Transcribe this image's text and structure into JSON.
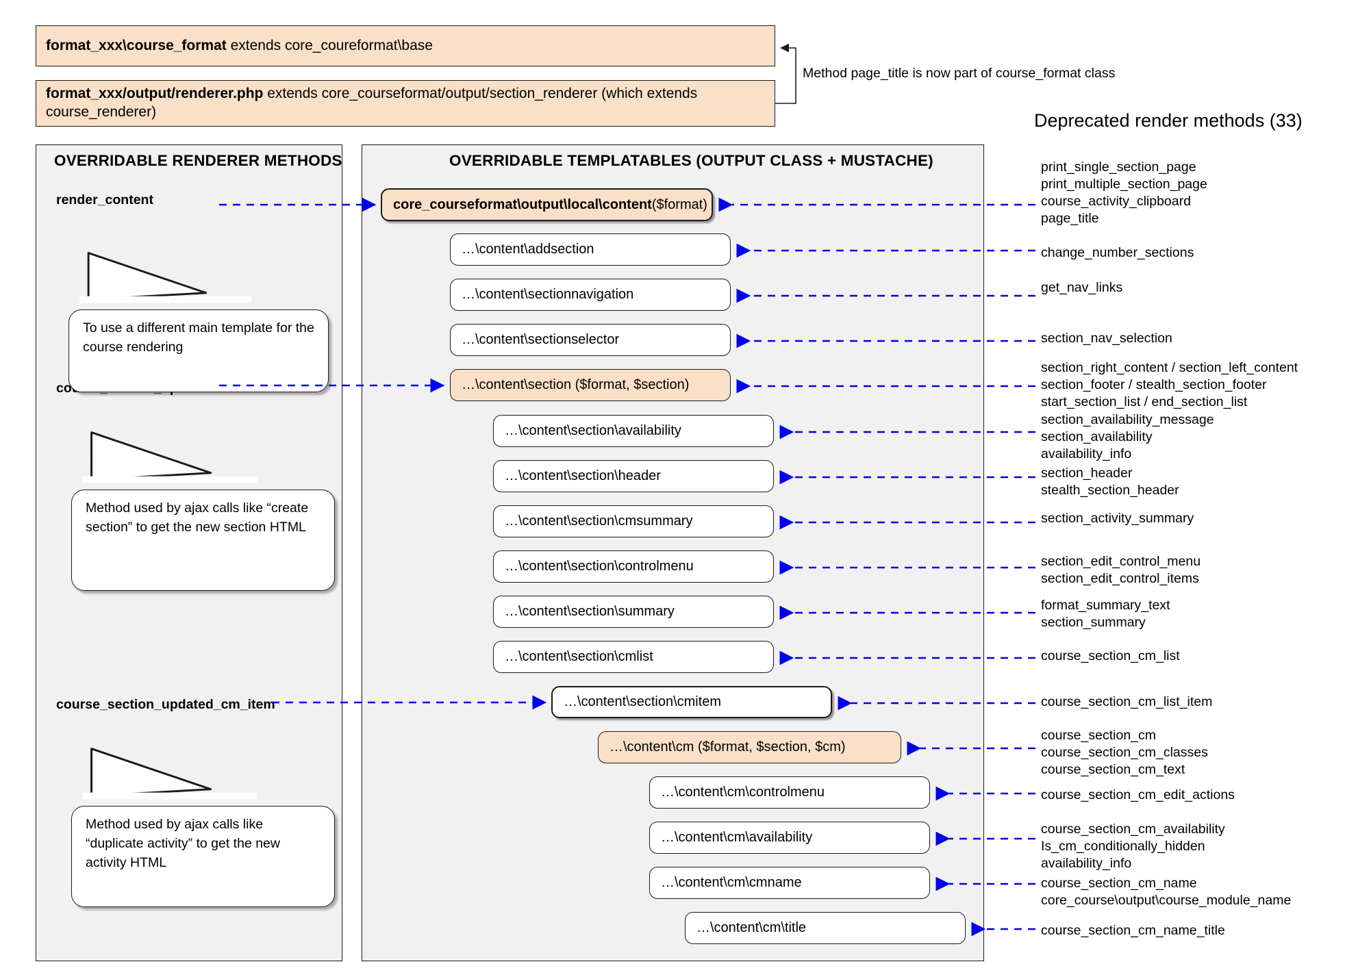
{
  "header": {
    "box1": {
      "bold": "format_xxx\\course_format",
      "rest": " extends core_coureformat\\base"
    },
    "box2": {
      "bold": "format_xxx/output/renderer.php",
      "rest": " extends core_courseformat/output/section_renderer (which extends course_renderer)"
    },
    "note": "Method page_title is now part of course_format class"
  },
  "deprecated": {
    "title": "Deprecated render methods (33)",
    "groups": [
      {
        "id": "g-content",
        "text": "print_single_section_page\nprint_multiple_section_page\ncourse_activity_clipboard\npage_title"
      },
      {
        "id": "g-addsection",
        "text": "change_number_sections"
      },
      {
        "id": "g-sectionnavigation",
        "text": "get_nav_links"
      },
      {
        "id": "g-sectionselector",
        "text": "section_nav_selection"
      },
      {
        "id": "g-section",
        "text": "section_right_content / section_left_content\nsection_footer / stealth_section_footer\nstart_section_list / end_section_list"
      },
      {
        "id": "g-availability",
        "text": "section_availability_message\nsection_availability\navailability_info"
      },
      {
        "id": "g-header",
        "text": "section_header\nstealth_section_header"
      },
      {
        "id": "g-cmsummary",
        "text": "section_activity_summary"
      },
      {
        "id": "g-controlmenu",
        "text": "section_edit_control_menu\nsection_edit_control_items"
      },
      {
        "id": "g-summary",
        "text": "format_summary_text\nsection_summary"
      },
      {
        "id": "g-cmlist",
        "text": "course_section_cm_list"
      },
      {
        "id": "g-cmitem",
        "text": "course_section_cm_list_item"
      },
      {
        "id": "g-cm",
        "text": "course_section_cm\ncourse_section_cm_classes\ncourse_section_cm_text"
      },
      {
        "id": "g-cmcontrolmenu",
        "text": "course_section_cm_edit_actions"
      },
      {
        "id": "g-cmavailability",
        "text": "course_section_cm_availability\nIs_cm_conditionally_hidden\navailability_info"
      },
      {
        "id": "g-cmname",
        "text": "course_section_cm_name\ncore_course\\output\\course_module_name"
      },
      {
        "id": "g-cmtitle",
        "text": "course_section_cm_name_title"
      }
    ]
  },
  "left_panel": {
    "title": "OVERRIDABLE RENDERER METHODS",
    "methods": [
      {
        "label": "render_content"
      },
      {
        "label": "course_section_updated"
      },
      {
        "label": "course_section_updated_cm_item"
      }
    ],
    "callouts": [
      {
        "text": "To use a different main template for the course rendering"
      },
      {
        "text": "Method used by ajax calls like “create section” to get the new section HTML"
      },
      {
        "text": "Method used by ajax calls like “duplicate activity” to get the new activity HTML"
      }
    ]
  },
  "main_panel": {
    "title": "OVERRIDABLE TEMPLATABLES (OUTPUT CLASS + MUSTACHE)",
    "nodes": [
      {
        "id": "n-content",
        "bold": "core_courseformat\\output\\local\\content",
        "plain": " ($format)"
      },
      {
        "id": "n-addsection",
        "bold": "",
        "plain": "…\\content\\addsection"
      },
      {
        "id": "n-sectionnavigation",
        "bold": "",
        "plain": "…\\content\\sectionnavigation"
      },
      {
        "id": "n-sectionselector",
        "bold": "",
        "plain": "…\\content\\sectionselector"
      },
      {
        "id": "n-section",
        "bold": "",
        "plain": "…\\content\\section ($format, $section)"
      },
      {
        "id": "n-availability",
        "bold": "",
        "plain": "…\\content\\section\\availability"
      },
      {
        "id": "n-header",
        "bold": "",
        "plain": "…\\content\\section\\header"
      },
      {
        "id": "n-cmsummary",
        "bold": "",
        "plain": "…\\content\\section\\cmsummary"
      },
      {
        "id": "n-controlmenu",
        "bold": "",
        "plain": "…\\content\\section\\controlmenu"
      },
      {
        "id": "n-summary",
        "bold": "",
        "plain": "…\\content\\section\\summary"
      },
      {
        "id": "n-cmlist",
        "bold": "",
        "plain": "…\\content\\section\\cmlist"
      },
      {
        "id": "n-cmitem",
        "bold": "",
        "plain": "…\\content\\section\\cmitem"
      },
      {
        "id": "n-cm",
        "bold": "",
        "plain": "…\\content\\cm ($format, $section, $cm)"
      },
      {
        "id": "n-cmcontrolmenu",
        "bold": "",
        "plain": "…\\content\\cm\\controlmenu"
      },
      {
        "id": "n-cmavailability",
        "bold": "",
        "plain": "…\\content\\cm\\availability"
      },
      {
        "id": "n-cmname",
        "bold": "",
        "plain": "…\\content\\cm\\cmname"
      },
      {
        "id": "n-cmtitle",
        "bold": "",
        "plain": "…\\content\\cm\\title"
      }
    ]
  },
  "colors": {
    "highlight": "#fae0c8",
    "panel": "#f1f1f1",
    "connector": "#0000ee",
    "stroke": "#1a1a1a"
  }
}
